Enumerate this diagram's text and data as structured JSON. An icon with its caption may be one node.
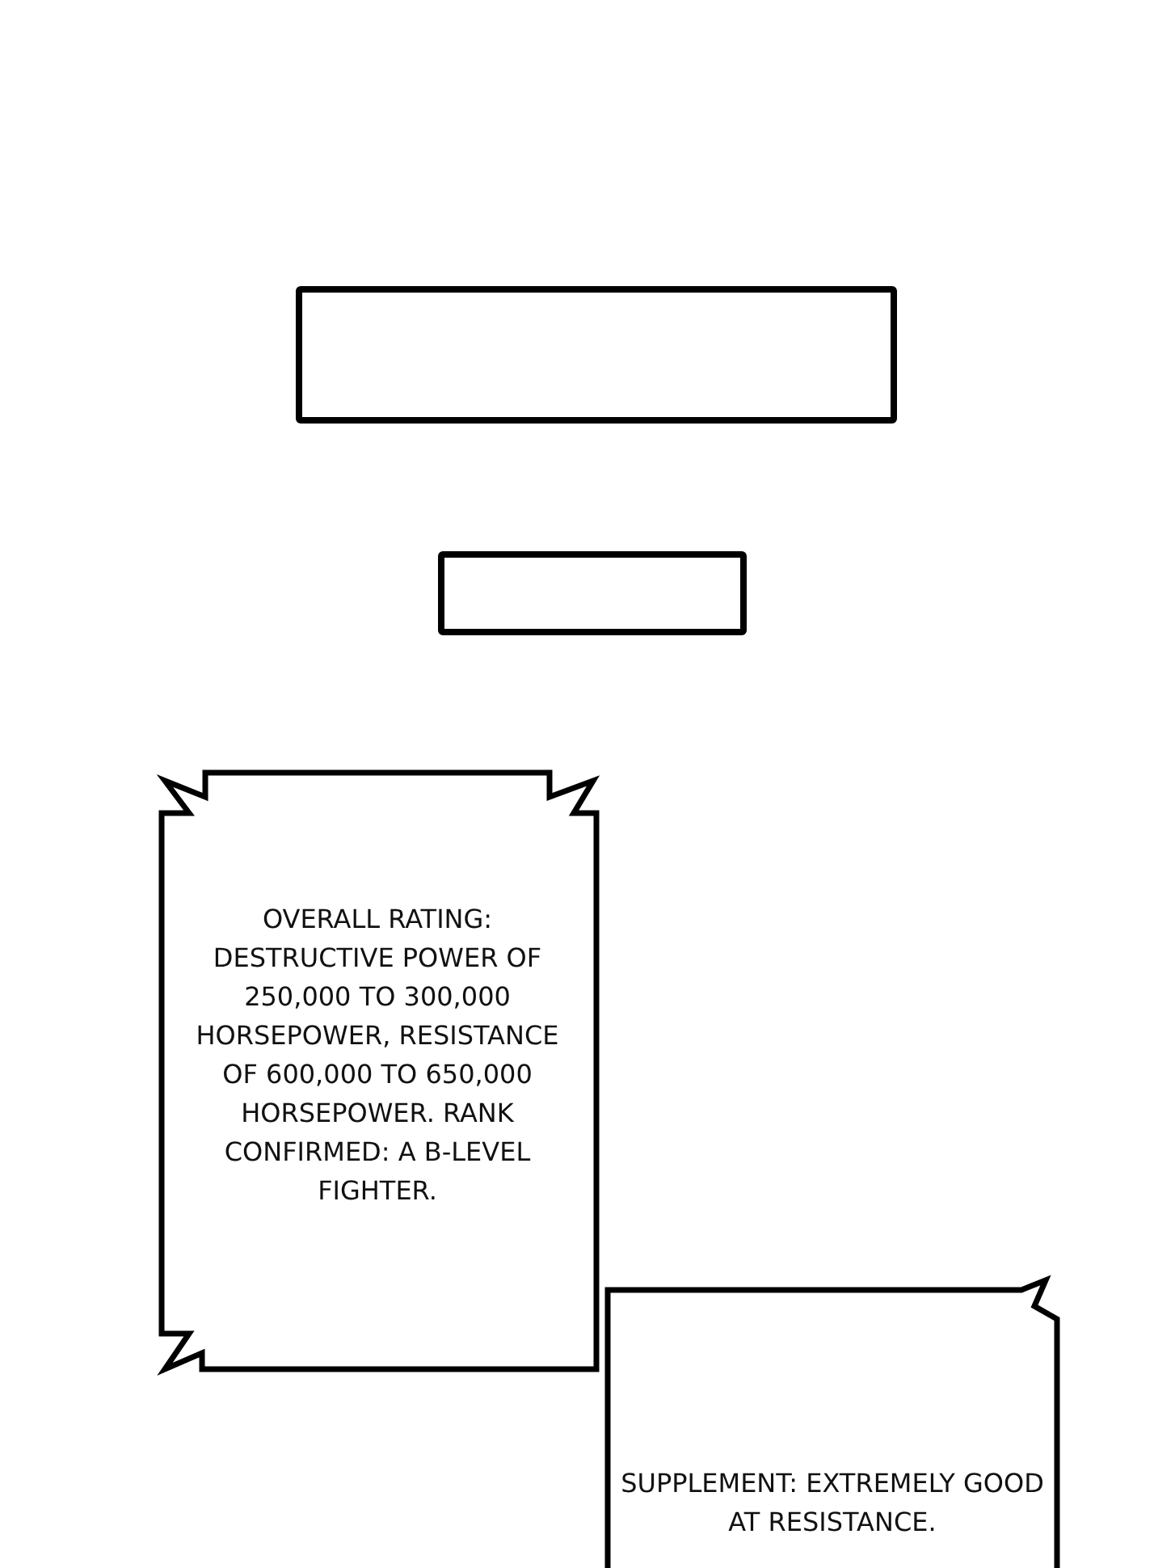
{
  "diagram": {
    "nodes": [
      {
        "text": [],
        "shape": "box"
      },
      {
        "text": [],
        "shape": "box"
      },
      {
        "text": [
          "OVERALL RATING: DESTRUCTIVE POWER OF 250,000 TO 300,000 HORSEPOWER, RESISTANCE OF 600,000 TO 650,000 HORSEPOWER. RANK CONFIRMED: A B-LEVEL FIGHTER."
        ]
      },
      {
        "text": [
          "SUPPLEMENT: EXTREMELY GOOD AT RESISTANCE."
        ]
      }
    ]
  }
}
